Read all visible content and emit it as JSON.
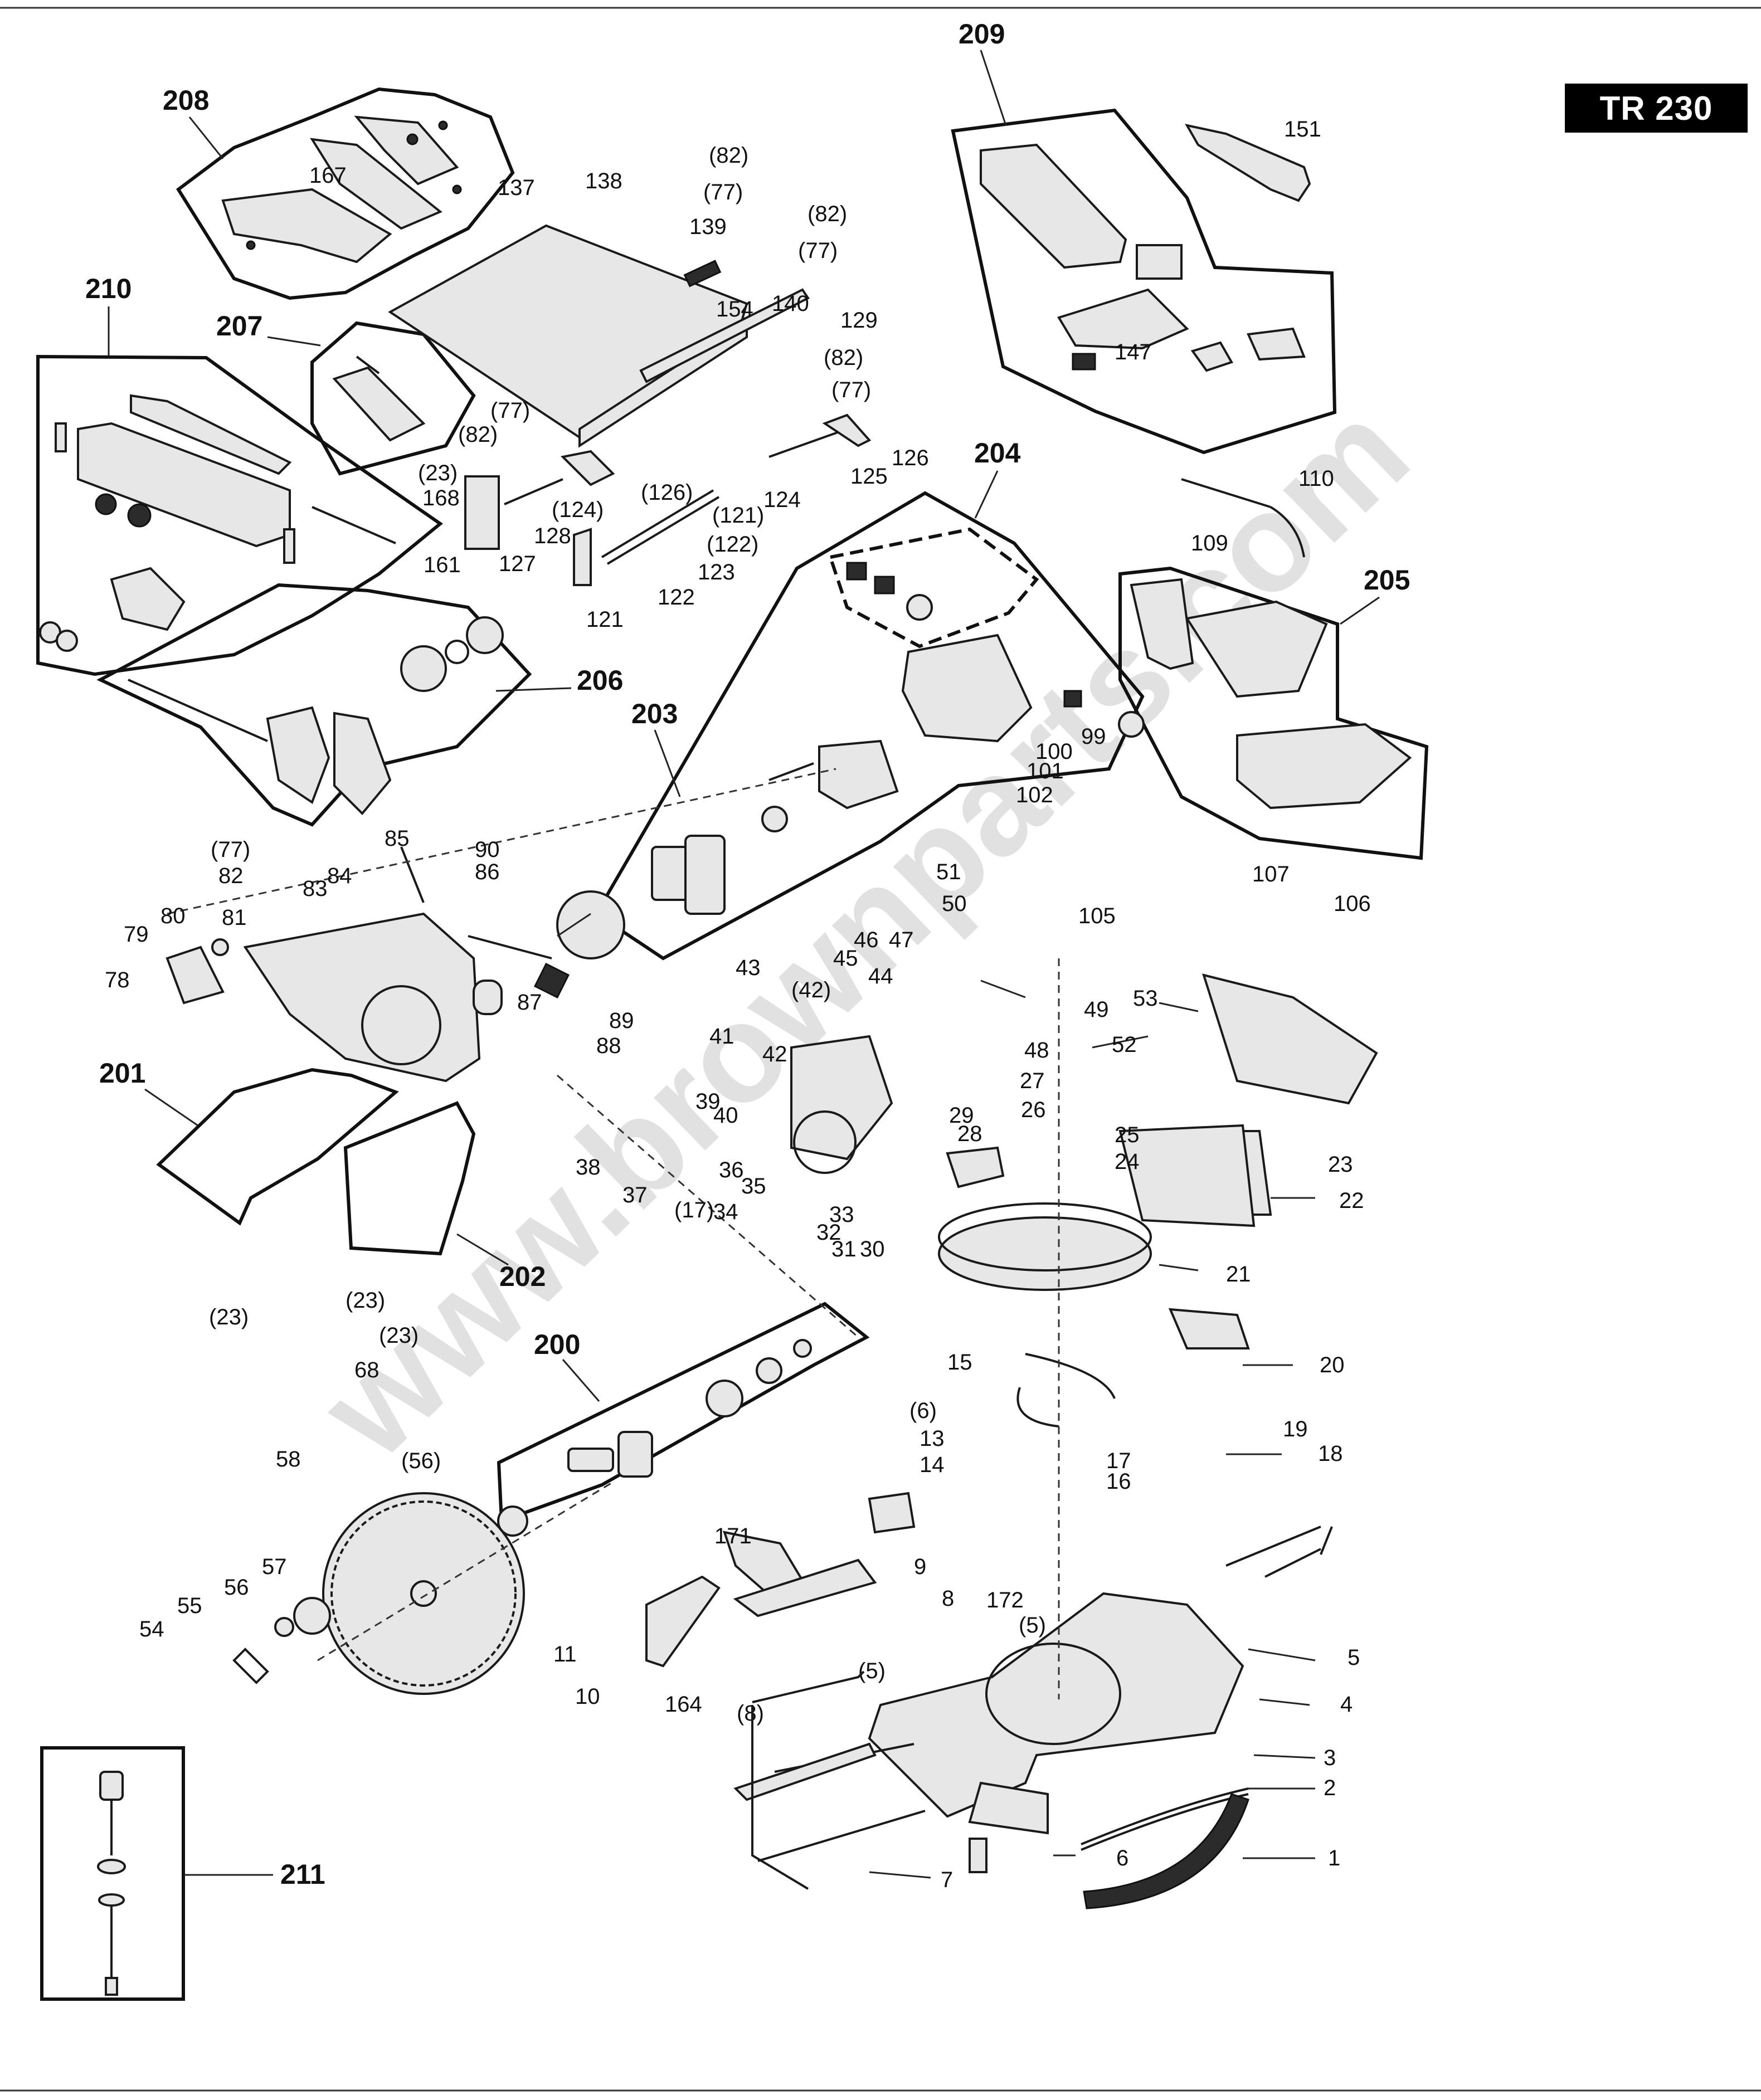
{
  "model": "TR 230",
  "watermark": "www.brownparts.com",
  "groups": [
    {
      "label": "208"
    },
    {
      "label": "209"
    },
    {
      "label": "210"
    },
    {
      "label": "207"
    },
    {
      "label": "204"
    },
    {
      "label": "205"
    },
    {
      "label": "206"
    },
    {
      "label": "203"
    },
    {
      "label": "201"
    },
    {
      "label": "202"
    },
    {
      "label": "200"
    },
    {
      "label": "211"
    }
  ],
  "callouts": [
    {
      "label": "167"
    },
    {
      "label": "137"
    },
    {
      "label": "138"
    },
    {
      "label": "(82)"
    },
    {
      "label": "(77)"
    },
    {
      "label": "139"
    },
    {
      "label": "(82)"
    },
    {
      "label": "(77)"
    },
    {
      "label": "154"
    },
    {
      "label": "140"
    },
    {
      "label": "129"
    },
    {
      "label": "(82)"
    },
    {
      "label": "(77)"
    },
    {
      "label": "151"
    },
    {
      "label": "147"
    },
    {
      "label": "(77)"
    },
    {
      "label": "(82)"
    },
    {
      "label": "(23)"
    },
    {
      "label": "168"
    },
    {
      "label": "128"
    },
    {
      "label": "(124)"
    },
    {
      "label": "(126)"
    },
    {
      "label": "126"
    },
    {
      "label": "125"
    },
    {
      "label": "124"
    },
    {
      "label": "(121)"
    },
    {
      "label": "(122)"
    },
    {
      "label": "161"
    },
    {
      "label": "127"
    },
    {
      "label": "123"
    },
    {
      "label": "122"
    },
    {
      "label": "121"
    },
    {
      "label": "110"
    },
    {
      "label": "109"
    },
    {
      "label": "99"
    },
    {
      "label": "100"
    },
    {
      "label": "101"
    },
    {
      "label": "102"
    },
    {
      "label": "85"
    },
    {
      "label": "90"
    },
    {
      "label": "(77)"
    },
    {
      "label": "82"
    },
    {
      "label": "83"
    },
    {
      "label": "84"
    },
    {
      "label": "86"
    },
    {
      "label": "80"
    },
    {
      "label": "81"
    },
    {
      "label": "79"
    },
    {
      "label": "78"
    },
    {
      "label": "87"
    },
    {
      "label": "89"
    },
    {
      "label": "88"
    },
    {
      "label": "51"
    },
    {
      "label": "50"
    },
    {
      "label": "105"
    },
    {
      "label": "107"
    },
    {
      "label": "106"
    },
    {
      "label": "43"
    },
    {
      "label": "46"
    },
    {
      "label": "47"
    },
    {
      "label": "45"
    },
    {
      "label": "44"
    },
    {
      "label": "(42)"
    },
    {
      "label": "49"
    },
    {
      "label": "53"
    },
    {
      "label": "48"
    },
    {
      "label": "52"
    },
    {
      "label": "41"
    },
    {
      "label": "42"
    },
    {
      "label": "39"
    },
    {
      "label": "40"
    },
    {
      "label": "27"
    },
    {
      "label": "26"
    },
    {
      "label": "29"
    },
    {
      "label": "28"
    },
    {
      "label": "25"
    },
    {
      "label": "24"
    },
    {
      "label": "23"
    },
    {
      "label": "22"
    },
    {
      "label": "38"
    },
    {
      "label": "36"
    },
    {
      "label": "35"
    },
    {
      "label": "37"
    },
    {
      "label": "(17)"
    },
    {
      "label": "34"
    },
    {
      "label": "33"
    },
    {
      "label": "32"
    },
    {
      "label": "31"
    },
    {
      "label": "30"
    },
    {
      "label": "21"
    },
    {
      "label": "(23)"
    },
    {
      "label": "(23)"
    },
    {
      "label": "(23)"
    },
    {
      "label": "68"
    },
    {
      "label": "15"
    },
    {
      "label": "20"
    },
    {
      "label": "(6)"
    },
    {
      "label": "13"
    },
    {
      "label": "14"
    },
    {
      "label": "19"
    },
    {
      "label": "17"
    },
    {
      "label": "16"
    },
    {
      "label": "18"
    },
    {
      "label": "58"
    },
    {
      "label": "(56)"
    },
    {
      "label": "171"
    },
    {
      "label": "9"
    },
    {
      "label": "8"
    },
    {
      "label": "57"
    },
    {
      "label": "56"
    },
    {
      "label": "55"
    },
    {
      "label": "54"
    },
    {
      "label": "11"
    },
    {
      "label": "10"
    },
    {
      "label": "164"
    },
    {
      "label": "(8)"
    },
    {
      "label": "172"
    },
    {
      "label": "(5)"
    },
    {
      "label": "5"
    },
    {
      "label": "(5)"
    },
    {
      "label": "4"
    },
    {
      "label": "3"
    },
    {
      "label": "2"
    },
    {
      "label": "6"
    },
    {
      "label": "1"
    },
    {
      "label": "7"
    }
  ]
}
